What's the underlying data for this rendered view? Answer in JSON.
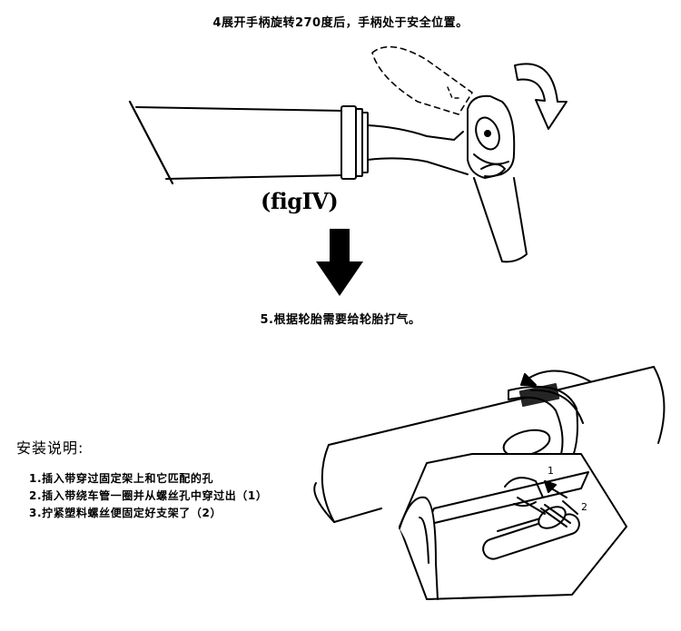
{
  "step4": {
    "caption": "4展开手柄旋转270度后，手柄处于安全位置。"
  },
  "figure": {
    "label": "(figIV)"
  },
  "step5": {
    "caption": "5.根据轮胎需要给轮胎打气。"
  },
  "install": {
    "title": "安装说明:",
    "steps": [
      "1.插入带穿过固定架上和它匹配的孔",
      "2.插入带绕车管一圈并从螺丝孔中穿过出（1）",
      "3.拧紧塑料螺丝便固定好支架了（2）"
    ]
  },
  "labels": {
    "mark1": "1",
    "mark2": "2"
  },
  "colors": {
    "ink": "#000000",
    "background": "#ffffff"
  }
}
